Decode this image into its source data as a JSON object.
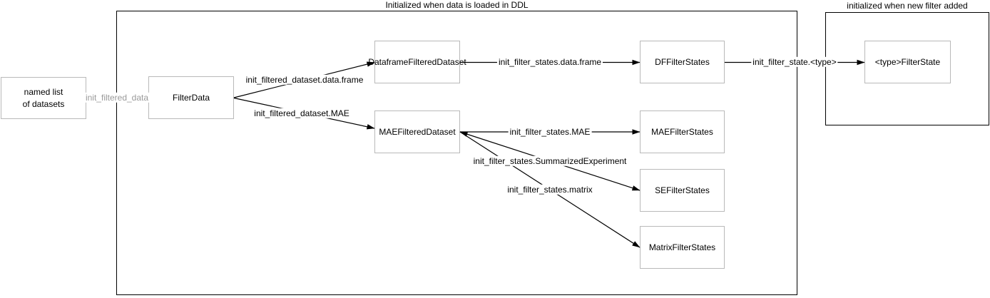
{
  "diagram": {
    "background_color": "#ffffff",
    "node_border_color": "#b9b9b9",
    "container_border_color": "#000000",
    "edge_color": "#000000",
    "muted_color": "#999999",
    "containers": {
      "ddl": {
        "title": "Initialized when data is loaded in DDL"
      },
      "new_filter": {
        "title": "initialized when new filter added"
      }
    },
    "nodes": {
      "named_list": {
        "label": "named list\nof datasets"
      },
      "filter_data": {
        "label": "FilterData"
      },
      "dataframe_filtered_dataset": {
        "label": "DataframeFilteredDataset"
      },
      "df_filter_states": {
        "label": "DFFilterStates"
      },
      "mae_filtered_dataset": {
        "label": "MAEFilteredDataset"
      },
      "mae_filter_states": {
        "label": "MAEFilterStates"
      },
      "se_filter_states": {
        "label": "SEFilterStates"
      },
      "matrix_filter_states": {
        "label": "MatrixFilterStates"
      },
      "type_filter_state": {
        "label": "<type>FilterState"
      }
    },
    "edges": {
      "init_filtered_data": {
        "label": "init_filtered_data"
      },
      "init_filtered_dataset_data_frame": {
        "label": "init_filtered_dataset.data.frame"
      },
      "init_filtered_dataset_mae": {
        "label": "init_filtered_dataset.MAE"
      },
      "init_filter_states_data_frame": {
        "label": "init_filter_states.data.frame"
      },
      "init_filter_state_type": {
        "label": "init_filter_state.<type>"
      },
      "init_filter_states_mae": {
        "label": "init_filter_states.MAE"
      },
      "init_filter_states_summarized_experiment": {
        "label": "init_filter_states.SummarizedExperiment"
      },
      "init_filter_states_matrix": {
        "label": "init_filter_states.matrix"
      }
    }
  }
}
